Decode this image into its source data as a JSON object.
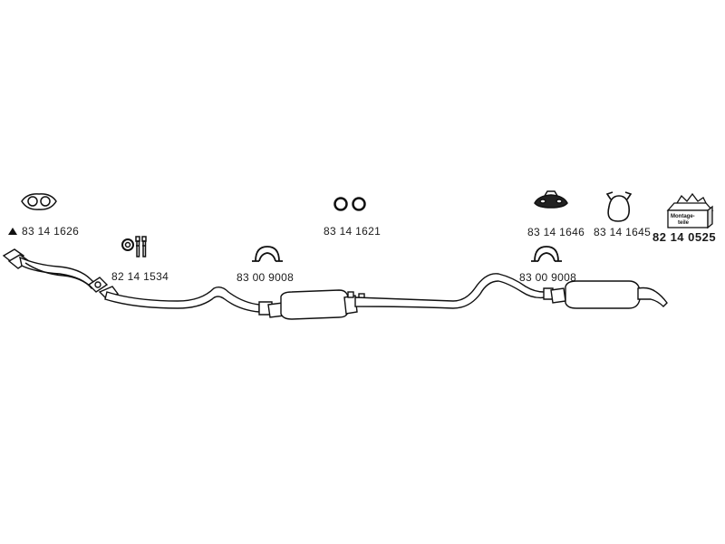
{
  "parts": {
    "front_pipe_gasket": {
      "number": "83 14 1626",
      "icon": "triangle-marker-icon"
    },
    "bolt_set": {
      "number": "82 14 1534"
    },
    "clamp_left": {
      "number": "83 00 9008"
    },
    "center_rings": {
      "number": "83 14 1621"
    },
    "rubber_mount": {
      "number": "83 14 1646"
    },
    "hanger_strap": {
      "number": "83 14 1645"
    },
    "clamp_right": {
      "number": "83 00 9008"
    },
    "mounting_kit": {
      "number": "82 14 0525",
      "box_text_line1": "Montage-",
      "box_text_line2": "teile"
    }
  }
}
